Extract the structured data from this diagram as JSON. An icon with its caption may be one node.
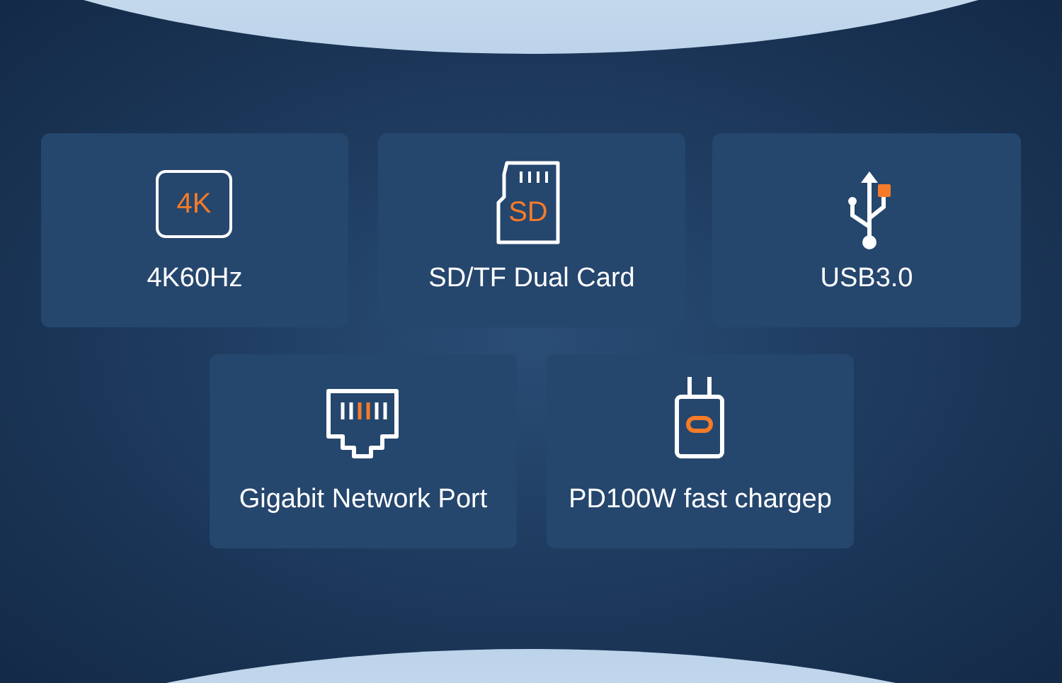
{
  "diagram": {
    "nodes": [
      {
        "text": [
          "4K60Hz"
        ]
      },
      {
        "text": [
          "4K"
        ],
        "in": 0
      },
      {
        "text": [
          "SD/TF Dual Card"
        ]
      },
      {
        "text": [
          "SD"
        ],
        "in": 2
      },
      {
        "text": [
          "USB3.0"
        ]
      },
      {
        "text": [
          "Gigabit Network Port"
        ]
      },
      {
        "text": [
          "PD100W fast chargep"
        ]
      }
    ]
  }
}
